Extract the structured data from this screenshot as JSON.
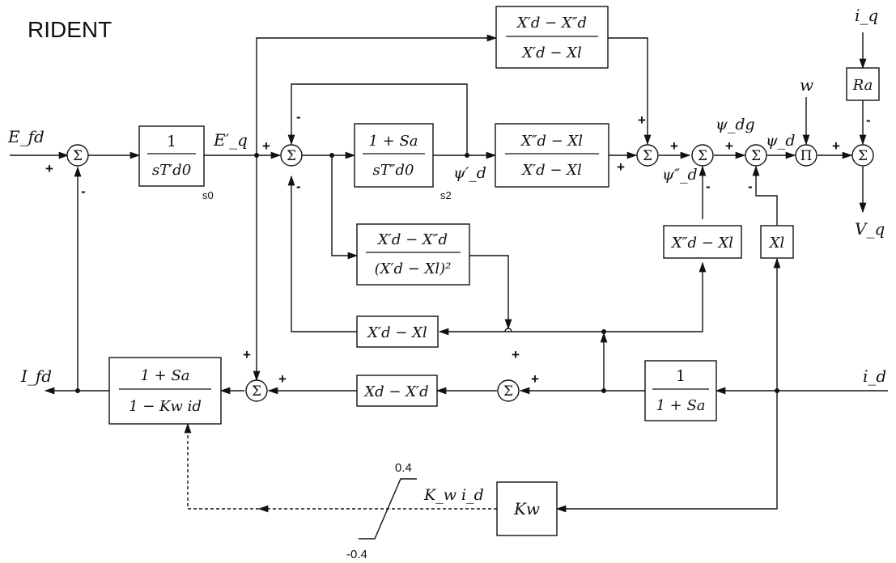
{
  "title": "RIDENT",
  "signals": {
    "efd": "E_fd",
    "eq": "E′_q",
    "psi_d_prime": "ψ′_d",
    "psi_d_dprime": "ψ″_d",
    "psi_dg": "ψ_dg",
    "psi_d": "ψ_d",
    "w": "w",
    "iq": "i_q",
    "vq": "V_q",
    "ifd": "I_fd",
    "id": "i_d",
    "kw_id": "K_w i_d"
  },
  "states": {
    "s0": "s0",
    "s2": "s2"
  },
  "limiter": {
    "max": "0.4",
    "min": "-0.4"
  },
  "symbols": {
    "sum": "Σ",
    "product": "Π"
  },
  "signs": {
    "plus": "+",
    "minus": "-"
  },
  "blocks": {
    "b1": {
      "num": "1",
      "den": "sT′d0"
    },
    "b2": {
      "num": "1 + Sa",
      "den": "sT″d0"
    },
    "b3": {
      "num": "X′d − X″d",
      "den": "X′d − Xl"
    },
    "b4": {
      "num": "X″d − Xl",
      "den": "X′d − Xl"
    },
    "b5": {
      "num": "X′d − X″d",
      "den": "(X′d − Xl)²"
    },
    "b6": {
      "label": "X′d − Xl"
    },
    "b7": {
      "label": "X″d − Xl"
    },
    "b8": {
      "label": "Xl"
    },
    "b9": {
      "label": "Ra"
    },
    "b10": {
      "label": "Xd − X′d"
    },
    "b11": {
      "num": "1",
      "den": "1 + Sa"
    },
    "b12": {
      "num": "1 + Sa",
      "den": "1 − Kw id"
    },
    "b13": {
      "label": "Kw"
    }
  }
}
